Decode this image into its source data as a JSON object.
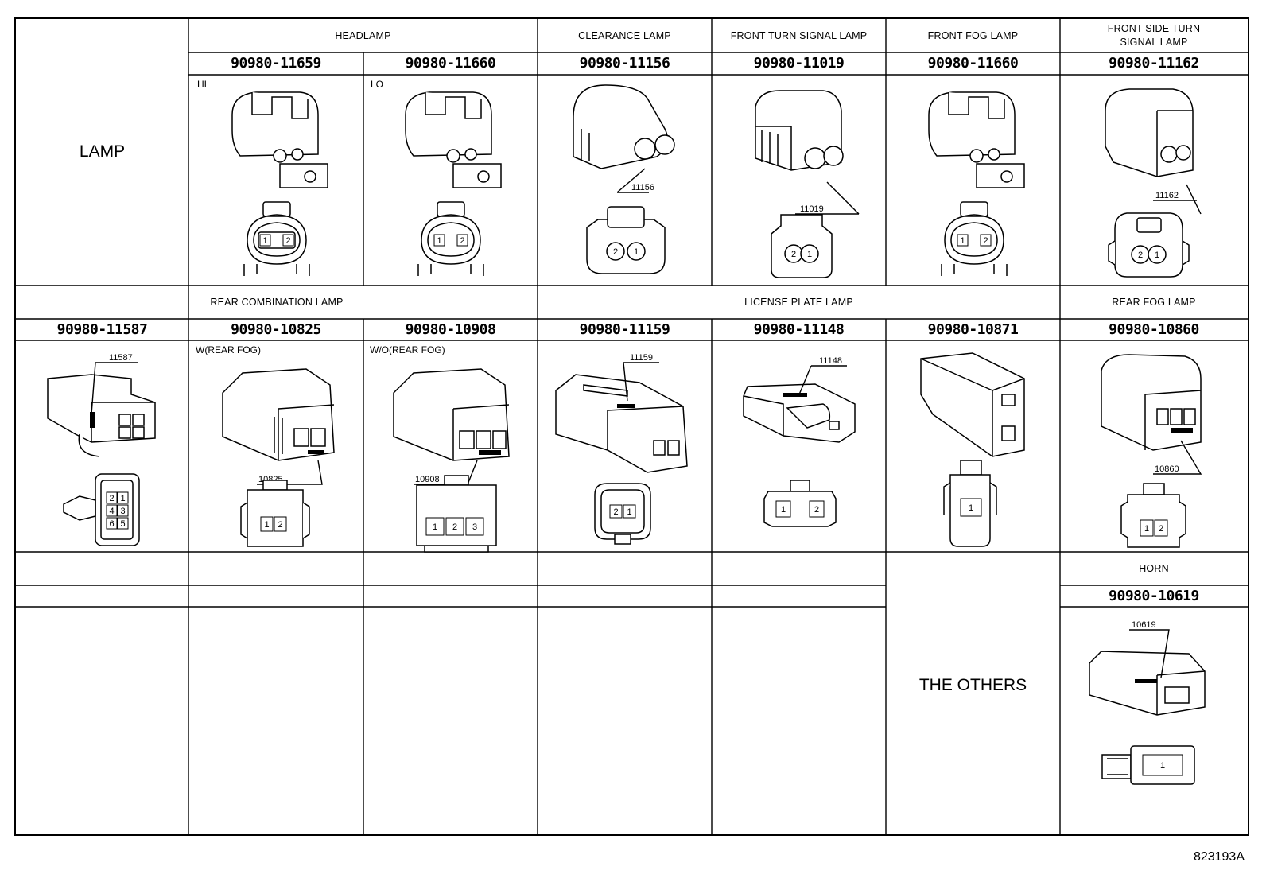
{
  "section_title": "LAMP",
  "row1": {
    "headers": [
      "HEADLAMP",
      "CLEARANCE LAMP",
      "FRONT TURN SIGNAL LAMP",
      "FRONT FOG LAMP",
      "FRONT SIDE TURN\nSIGNAL LAMP"
    ],
    "parts": [
      "90980-11659",
      "90980-11660",
      "90980-11156",
      "90980-11019",
      "90980-11660",
      "90980-11162"
    ],
    "sublabels": [
      "HI",
      "LO"
    ],
    "callouts": [
      "11156",
      "11019",
      "11162"
    ],
    "pins": [
      "1",
      "2"
    ]
  },
  "row2": {
    "headers": [
      "REAR COMBINATION LAMP",
      "LICENSE PLATE LAMP",
      "REAR FOG LAMP"
    ],
    "parts": [
      "90980-11587",
      "90980-10825",
      "90980-10908",
      "90980-11159",
      "90980-11148",
      "90980-10871",
      "90980-10860"
    ],
    "sublabels": [
      "W(REAR FOG)",
      "W/O(REAR FOG)"
    ],
    "callouts": [
      "11587",
      "10825",
      "10908",
      "11159",
      "11148",
      "10860"
    ],
    "pins6": [
      "2",
      "1",
      "4",
      "3",
      "6",
      "5"
    ],
    "pins3": [
      "1",
      "2",
      "3"
    ],
    "pins2": [
      "1",
      "2"
    ],
    "pin1": "1"
  },
  "row3": {
    "others_label": "THE OTHERS",
    "horn_header": "HORN",
    "horn_part": "90980-10619",
    "horn_callout": "10619",
    "horn_pin": "1"
  },
  "footer": "823193A"
}
